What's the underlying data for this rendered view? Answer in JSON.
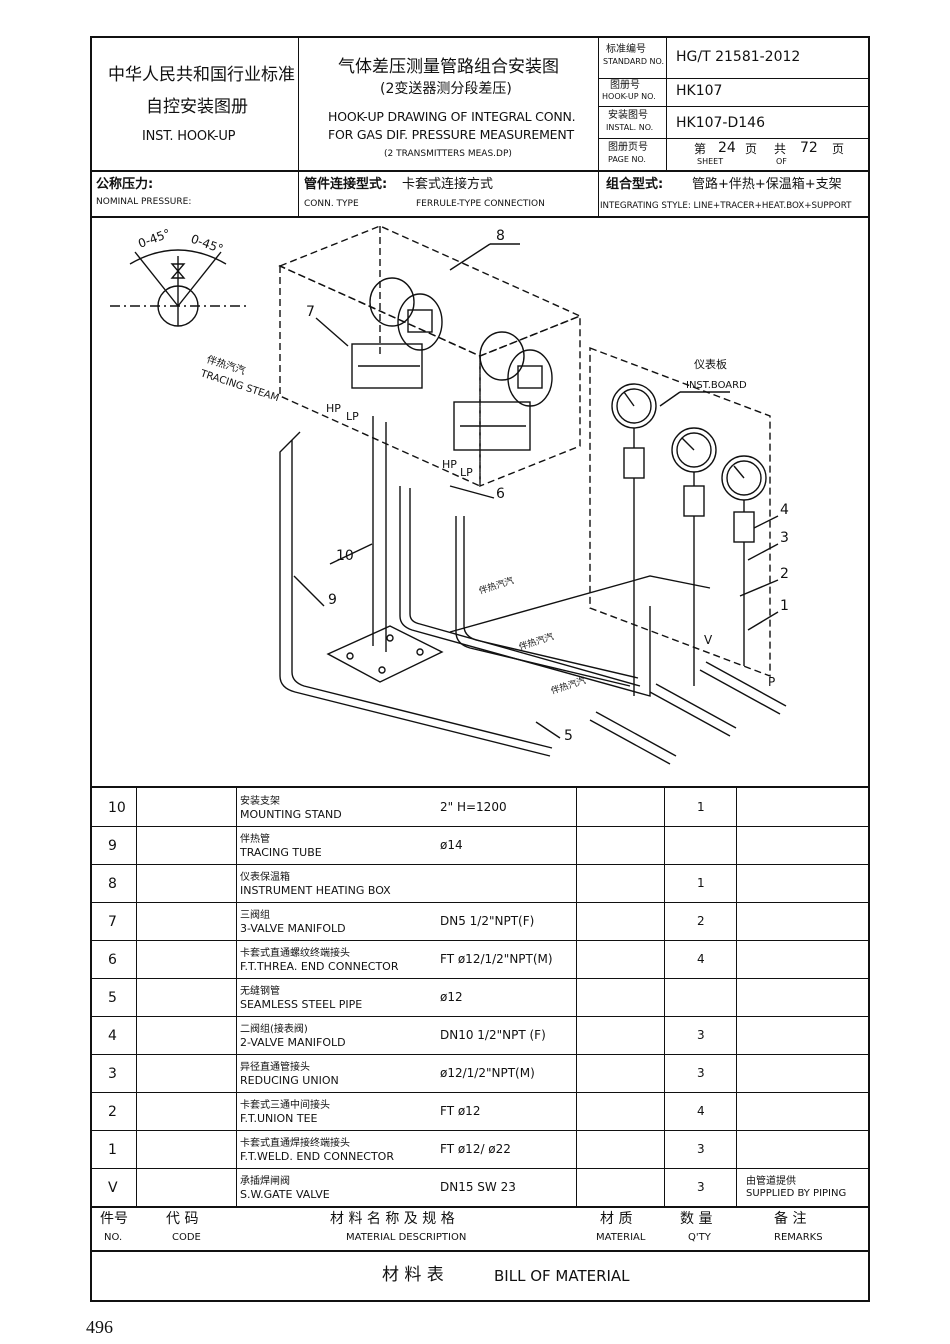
{
  "title_block": {
    "std_cn": "中华人民共和国行业标准",
    "std_cn2": "自控安装图册",
    "std_en": "INST. HOOK-UP",
    "title_cn": "气体差压测量管路组合安装图",
    "title_cn_sub": "(2变送器测分段差压)",
    "title_en1": "HOOK-UP DRAWING OF INTEGRAL CONN.",
    "title_en2": "FOR GAS DIF. PRESSURE MEASUREMENT",
    "title_en3": "(2 TRANSMITTERS MEAS.DP)",
    "fields": [
      {
        "label_cn": "标准编号",
        "label_en": "STANDARD NO.",
        "value": "HG/T 21581-2012"
      },
      {
        "label_cn": "图册号",
        "label_en": "HOOK-UP NO.",
        "value": "HK107"
      },
      {
        "label_cn": "安装图号",
        "label_en": "INSTAL. NO.",
        "value": "HK107-D146"
      },
      {
        "label_cn": "图册页号",
        "label_en": "PAGE NO."
      }
    ],
    "page": {
      "di": "第",
      "page_no": "24",
      "ye": "页",
      "gong": "共",
      "total": "72",
      "ye2": "页",
      "sheet": "SHEET",
      "of": "OF"
    }
  },
  "info_row": {
    "pressure_cn": "公称压力:",
    "pressure_en": "NOMINAL PRESSURE:",
    "conn_cn": "管件连接型式:",
    "conn_value_cn": "卡套式连接方式",
    "conn_en": "CONN. TYPE",
    "conn_value_en": "FERRULE-TYPE CONNECTION",
    "integ_cn": "组合型式:",
    "integ_value_cn": "管路+伴热+保温箱+支架",
    "integ_en": "INTEGRATING STYLE: LINE+TRACER+HEAT.BOX+SUPPORT"
  },
  "drawing_labels": {
    "angle1": "0-45°",
    "angle2": "0-45°",
    "tracing_cn": "伴热汽汽",
    "tracing_en": "TRACING STEAM",
    "inst_board_cn": "仪表板",
    "inst_board_en": "INST.BOARD",
    "hp1": "HP",
    "lp1": "LP",
    "hp2": "HP",
    "lp2": "LP",
    "n1": "1",
    "n2": "2",
    "n3": "3",
    "n4": "4",
    "n5": "5",
    "n6": "6",
    "n7": "7",
    "n8": "8",
    "n9": "9",
    "n10": "10",
    "v": "V",
    "p": "P",
    "pipe_tag1": "伴热汽汽",
    "pipe_tag2": "伴热汽汽",
    "pipe_tag3": "伴热汽汽"
  },
  "bom": {
    "rows": [
      {
        "no": "10",
        "code": "",
        "name_cn": "安装支架",
        "name_en": "MOUNTING STAND",
        "spec": "2\"   H=1200",
        "material": "",
        "qty": "1",
        "remarks_cn": "",
        "remarks_en": ""
      },
      {
        "no": "9",
        "code": "",
        "name_cn": "伴热管",
        "name_en": "TRACING TUBE",
        "spec": "ø14",
        "material": "",
        "qty": "",
        "remarks_cn": "",
        "remarks_en": ""
      },
      {
        "no": "8",
        "code": "",
        "name_cn": "仪表保温箱",
        "name_en": "INSTRUMENT HEATING BOX",
        "spec": "",
        "material": "",
        "qty": "1",
        "remarks_cn": "",
        "remarks_en": ""
      },
      {
        "no": "7",
        "code": "",
        "name_cn": "三阀组",
        "name_en": "3-VALVE MANIFOLD",
        "spec": "DN5   1/2\"NPT(F)",
        "material": "",
        "qty": "2",
        "remarks_cn": "",
        "remarks_en": ""
      },
      {
        "no": "6",
        "code": "",
        "name_cn": "卡套式直通螺纹终端接头",
        "name_en": "F.T.THREA. END CONNECTOR",
        "spec": "FT ø12/1/2\"NPT(M)",
        "material": "",
        "qty": "4",
        "remarks_cn": "",
        "remarks_en": ""
      },
      {
        "no": "5",
        "code": "",
        "name_cn": "无缝钢管",
        "name_en": "SEAMLESS STEEL PIPE",
        "spec": "ø12",
        "material": "",
        "qty": "",
        "remarks_cn": "",
        "remarks_en": ""
      },
      {
        "no": "4",
        "code": "",
        "name_cn": "二阀组(接表阀)",
        "name_en": "2-VALVE MANIFOLD",
        "spec": "DN10   1/2\"NPT (F)",
        "material": "",
        "qty": "3",
        "remarks_cn": "",
        "remarks_en": ""
      },
      {
        "no": "3",
        "code": "",
        "name_cn": "异径直通管接头",
        "name_en": "REDUCING UNION",
        "spec": "ø12/1/2\"NPT(M)",
        "material": "",
        "qty": "3",
        "remarks_cn": "",
        "remarks_en": ""
      },
      {
        "no": "2",
        "code": "",
        "name_cn": "卡套式三通中间接头",
        "name_en": "F.T.UNION TEE",
        "spec": "FT ø12",
        "material": "",
        "qty": "4",
        "remarks_cn": "",
        "remarks_en": ""
      },
      {
        "no": "1",
        "code": "",
        "name_cn": "卡套式直通焊接终端接头",
        "name_en": "F.T.WELD. END CONNECTOR",
        "spec": "FT ø12/ ø22",
        "material": "",
        "qty": "3",
        "remarks_cn": "",
        "remarks_en": ""
      },
      {
        "no": "V",
        "code": "",
        "name_cn": "承插焊闸阀",
        "name_en": "S.W.GATE VALVE",
        "spec": "DN15  SW 23",
        "material": "",
        "qty": "3",
        "remarks_cn": "由管道提供",
        "remarks_en": "SUPPLIED BY PIPING"
      }
    ],
    "header": {
      "no_cn": "件号",
      "no_en": "NO.",
      "code_cn": "代 码",
      "code_en": "CODE",
      "desc_cn": "材 料 名 称 及 规 格",
      "desc_en": "MATERIAL DESCRIPTION",
      "mat_cn": "材 质",
      "mat_en": "MATERIAL",
      "qty_cn": "数 量",
      "qty_en": "Q'TY",
      "rem_cn": "备 注",
      "rem_en": "REMARKS"
    },
    "footer_cn": "材 料 表",
    "footer_en": "BILL OF MATERIAL"
  },
  "page_number": "496"
}
